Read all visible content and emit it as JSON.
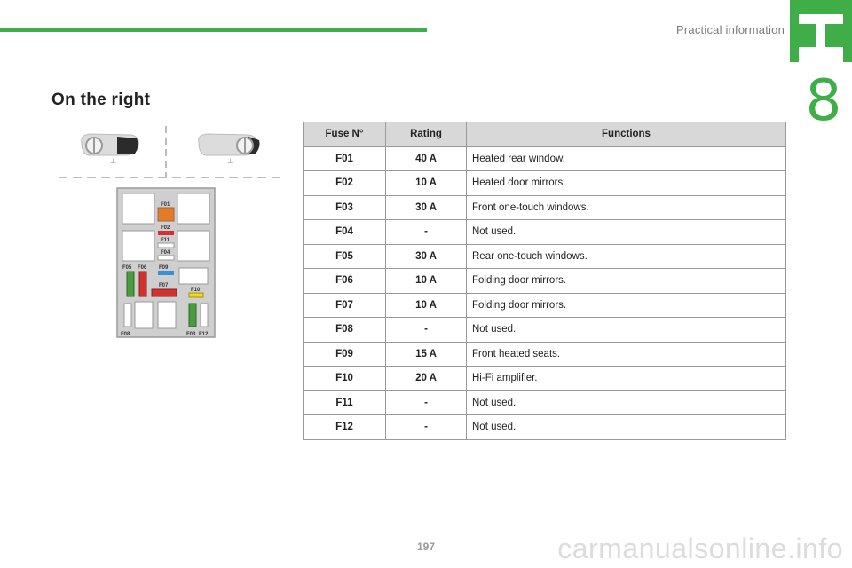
{
  "header": {
    "section_label": "Practical information"
  },
  "chapter": {
    "number": "8"
  },
  "page": {
    "title": "On the right",
    "number": "197"
  },
  "colors": {
    "accent": "#3fae49"
  },
  "diagram": {
    "labels": {
      "f01": "F01",
      "f02": "F02",
      "f11": "F11",
      "f04": "F04",
      "f05": "F05",
      "f06": "F06",
      "f09": "F09",
      "f07": "F07",
      "f10": "F10",
      "f08": "F08",
      "f03": "F03",
      "f12": "F12"
    }
  },
  "table": {
    "headers": [
      "Fuse N°",
      "Rating",
      "Functions"
    ],
    "rows": [
      {
        "fuse": "F01",
        "rating": "40 A",
        "function": "Heated rear window."
      },
      {
        "fuse": "F02",
        "rating": "10 A",
        "function": "Heated door mirrors."
      },
      {
        "fuse": "F03",
        "rating": "30 A",
        "function": "Front one-touch windows."
      },
      {
        "fuse": "F04",
        "rating": "-",
        "function": "Not used."
      },
      {
        "fuse": "F05",
        "rating": "30 A",
        "function": "Rear one-touch windows."
      },
      {
        "fuse": "F06",
        "rating": "10 A",
        "function": "Folding door mirrors."
      },
      {
        "fuse": "F07",
        "rating": "10 A",
        "function": "Folding door mirrors."
      },
      {
        "fuse": "F08",
        "rating": "-",
        "function": "Not used."
      },
      {
        "fuse": "F09",
        "rating": "15 A",
        "function": "Front heated seats."
      },
      {
        "fuse": "F10",
        "rating": "20 A",
        "function": "Hi-Fi amplifier."
      },
      {
        "fuse": "F11",
        "rating": "-",
        "function": "Not used."
      },
      {
        "fuse": "F12",
        "rating": "-",
        "function": "Not used."
      }
    ]
  },
  "watermark": "carmanualsonline.info"
}
